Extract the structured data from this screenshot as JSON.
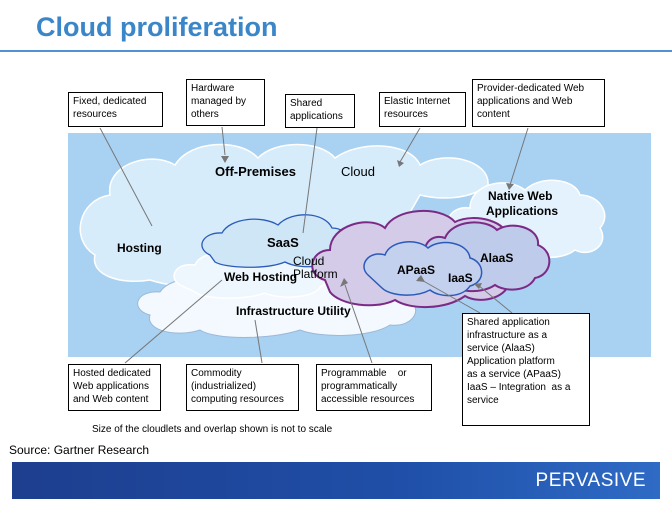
{
  "slide": {
    "title": "Cloud proliferation"
  },
  "regions": {
    "off_premises": "Off-Premises",
    "cloud": "Cloud",
    "hosting": "Hosting",
    "native_web": [
      "Native Web",
      "Applications"
    ],
    "saas": "SaaS",
    "cloud_platform": [
      "Cloud",
      "Platform"
    ],
    "web_hosting": "Web Hosting",
    "apaas": "APaaS",
    "iaas": "IaaS",
    "alaas": "AlaaS",
    "infrastructure_utility": "Infrastructure Utility"
  },
  "callouts": {
    "fixed_dedicated": [
      "Fixed, dedicated",
      "resources"
    ],
    "hardware_managed": [
      "Hardware",
      "managed by",
      "others"
    ],
    "shared_applications": [
      "Shared",
      "applications"
    ],
    "elastic_internet": [
      "Elastic Internet",
      "resources"
    ],
    "provider_dedicated": [
      "Provider-dedicated Web",
      "applications and Web",
      "content"
    ],
    "hosted_dedicated": [
      "Hosted dedicated",
      "Web applications",
      "and Web content"
    ],
    "commodity": [
      "Commodity",
      "(industrialized)",
      "computing resources"
    ],
    "programmable": [
      "Programmable    or",
      "programmatically",
      "accessible resources"
    ],
    "shared_app_infra": [
      "Shared application",
      "infrastructure as a",
      "service (AlaaS)",
      "Application platform",
      "as a service (APaaS)",
      "IaaS – Integration  as a",
      "service"
    ]
  },
  "footnote": "Size of the cloudlets and overlap shown is not to scale",
  "source": "Source: Gartner Research",
  "logo": "PERVASIVE",
  "colors": {
    "title": "#3a86c8",
    "panel": "#a9d1f2",
    "outline_purple": "#7b2a86",
    "outline_blue": "#2b5ab8",
    "footer": "#1f4fa8"
  }
}
